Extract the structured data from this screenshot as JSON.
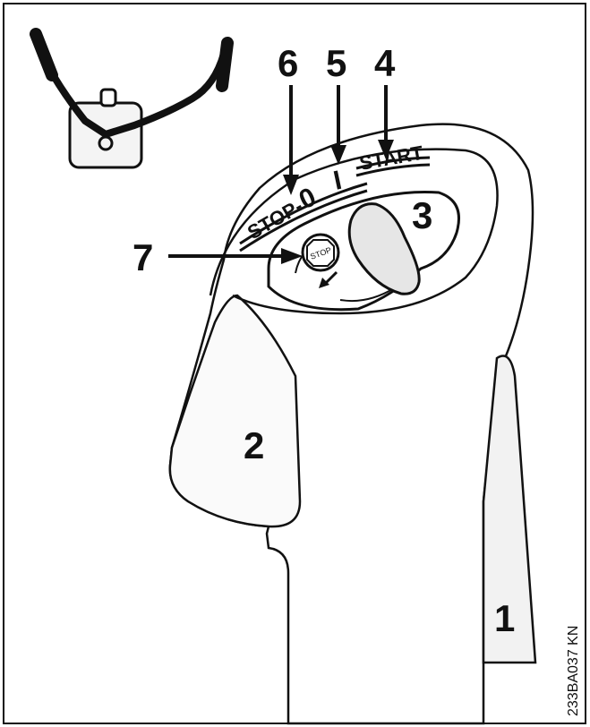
{
  "figure_code": "233BA037 KN",
  "callouts": {
    "c1": "1",
    "c2": "2",
    "c3": "3",
    "c4": "4",
    "c5": "5",
    "c6": "6",
    "c7": "7"
  },
  "switch_labels": {
    "stop": "STOP-",
    "off": "0",
    "on": "I",
    "start": "START"
  },
  "stop_button_label": "STOP",
  "colors": {
    "line": "#111111",
    "background": "#ffffff",
    "handle_fill": "#e6e6e6"
  }
}
